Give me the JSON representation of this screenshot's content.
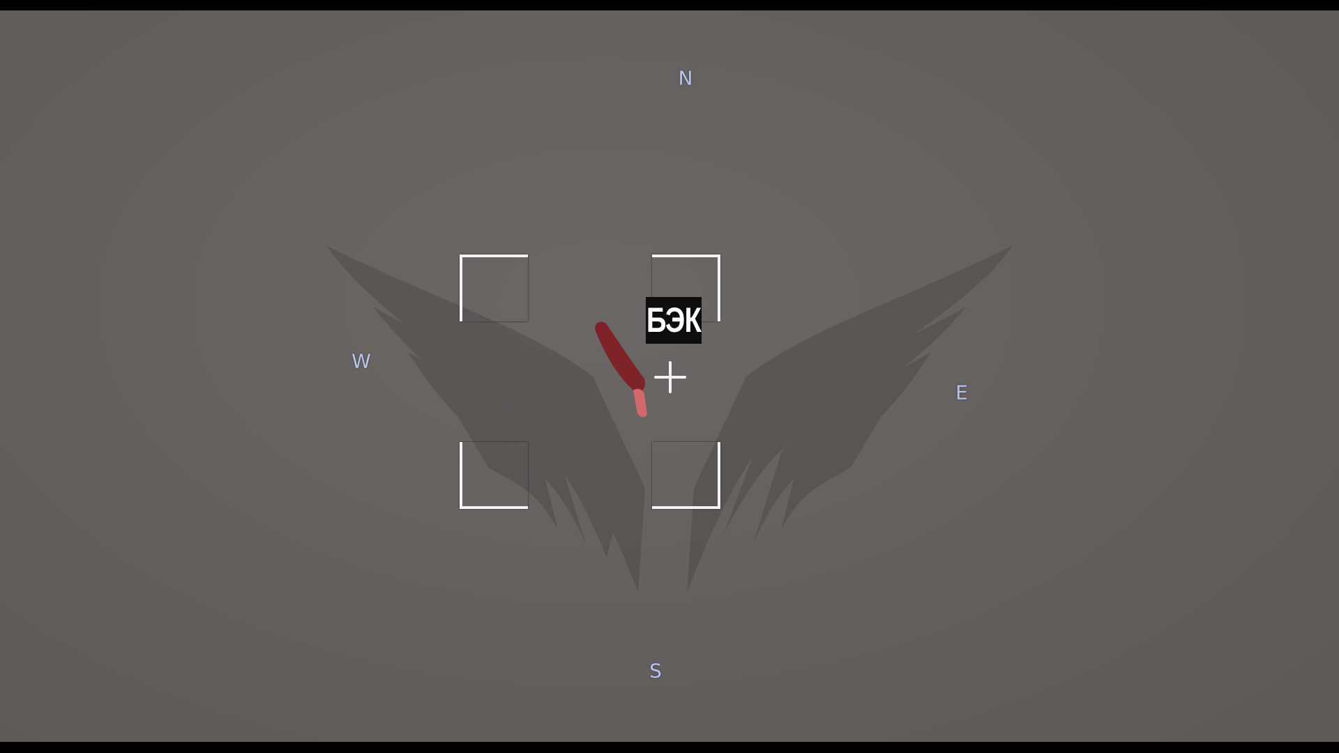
{
  "hud": {
    "compass": {
      "north": "N",
      "west": "W",
      "east": "E",
      "south": "S"
    },
    "target_label": "БЭК"
  },
  "colors": {
    "background": "#646160",
    "target": "#8a2a2e",
    "compass": "#b8c4ec",
    "bracket": "#f2f2f2"
  },
  "icons": {
    "watermark": "winged-emblem-icon",
    "crosshair": "crosshair-icon",
    "target": "boat-target-icon"
  }
}
